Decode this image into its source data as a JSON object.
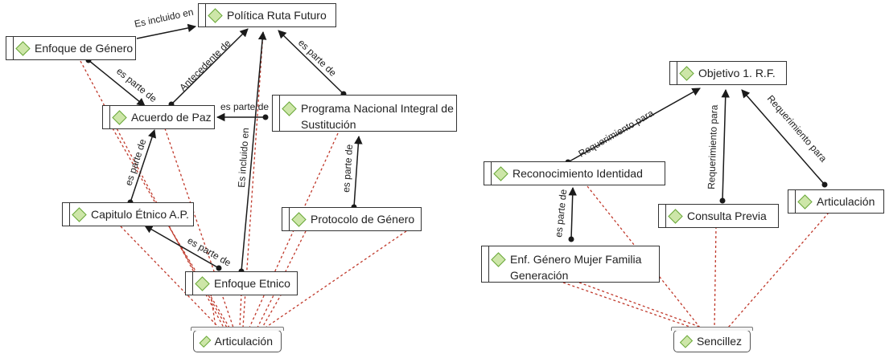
{
  "left_map": {
    "nodes": {
      "politica": "Política Ruta Futuro",
      "enfoque_genero": "Enfoque de Género",
      "acuerdo_paz": "Acuerdo de Paz",
      "programa": "Programa Nacional Integral de Sustitución",
      "capitulo": "Capitulo Étnico A.P.",
      "protocolo": "Protocolo de Género",
      "enfoque_etnico": "Enfoque Etnico",
      "root": "Articulación"
    },
    "links": {
      "es_incluido_en_top": "Es incluido en",
      "antecedente_de": "Antecedente de",
      "es_parte_de_programa_politica": "es parte de",
      "es_parte_de_genero_paz": "es parte de",
      "es_parte_de_programa_paz": "es parte de",
      "es_incluido_en_etnico": "Es incluido en",
      "es_parte_de_capitulo_paz": "es parte de",
      "es_parte_de_protocolo": "es parte de",
      "es_parte_de_etnico_capitulo": "es parte de"
    }
  },
  "right_map": {
    "nodes": {
      "objetivo": "Objetivo 1. R.F.",
      "reconocimiento": "Reconocimiento Identidad",
      "consulta": "Consulta Previa",
      "articulacion": "Articulación",
      "enf_genero": "Enf. Género Mujer Familia Generación",
      "root": "Sencillez"
    },
    "links": {
      "req_reconocimiento": "Requerimiento para",
      "req_consulta": "Requerimiento para",
      "req_articulacion": "Requerimiento para",
      "es_parte_de_enf": "es parte de"
    }
  },
  "colors": {
    "arrow": "#1a1a1a",
    "dotted": "#c0392b",
    "icon_fill": "#cde6a8",
    "icon_stroke": "#6aa83a"
  }
}
